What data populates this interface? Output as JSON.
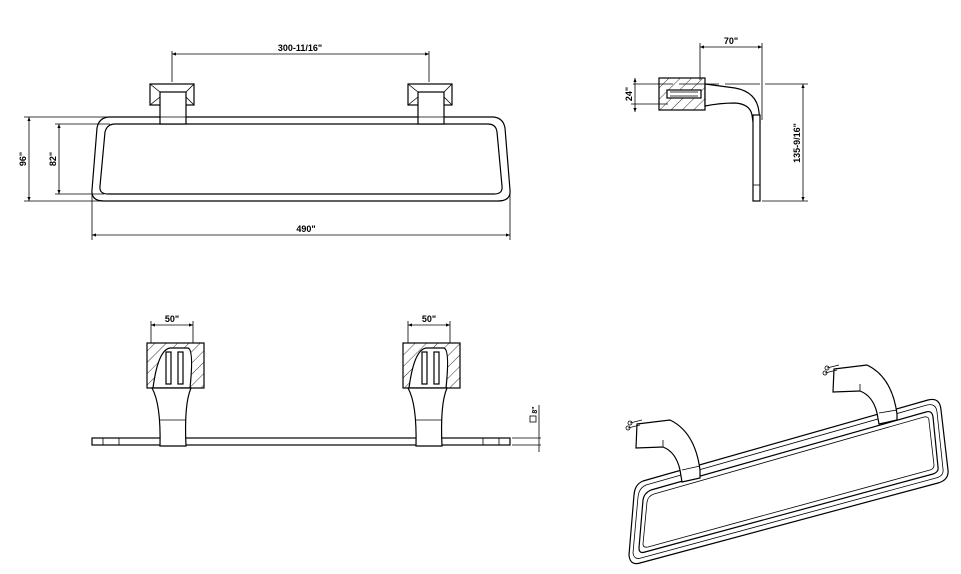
{
  "front_view": {
    "dim_center_distance": "300-11/16\"",
    "dim_outer_height": "96\"",
    "dim_inner_height": "82\"",
    "dim_total_width": "490\""
  },
  "side_view": {
    "dim_projection": "70\"",
    "dim_mount_height": "24\"",
    "dim_total_depth": "135-9/16\""
  },
  "top_view": {
    "dim_left_mount_width": "50\"",
    "dim_right_mount_width": "50\"",
    "dim_bar_thickness": "8\""
  },
  "colors": {
    "line": "#000000",
    "background": "#ffffff"
  }
}
